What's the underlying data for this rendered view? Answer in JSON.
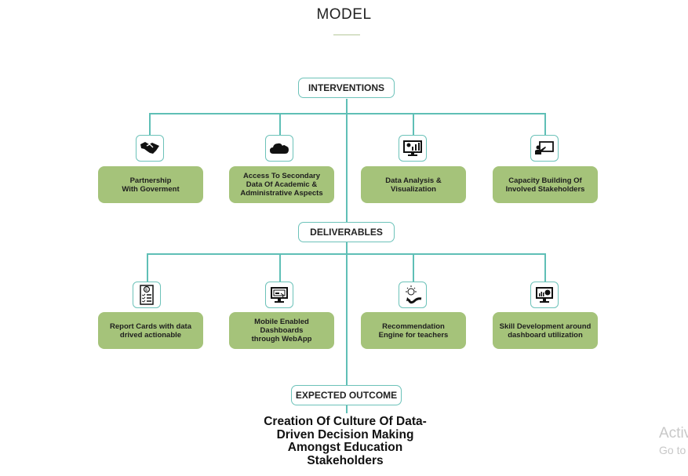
{
  "header": {
    "title": "MODEL"
  },
  "diagram": {
    "interventions": {
      "label": "INTERVENTIONS",
      "items": [
        {
          "label": "Partnership\nWith Goverment",
          "icon": "handshake-icon"
        },
        {
          "label": "Access To Secondary\nData Of Academic &\nAdministrative Aspects",
          "icon": "cloud-icon"
        },
        {
          "label": "Data Analysis &\nVisualization",
          "icon": "monitor-chart-icon"
        },
        {
          "label": "Capacity Building Of\nInvolved Stakeholders",
          "icon": "presentation-board-icon"
        }
      ]
    },
    "deliverables": {
      "label": "DELIVERABLES",
      "items": [
        {
          "label": "Report Cards with data\ndrived actionable",
          "icon": "report-card-icon"
        },
        {
          "label": "Mobile Enabled Dashboards\nthrough WebApp",
          "icon": "web-dashboard-icon"
        },
        {
          "label": "Recommendation\nEngine for teachers",
          "icon": "lightbulb-icon"
        },
        {
          "label": "Skill Development around\ndashboard utilization",
          "icon": "dashboard-analytics-icon"
        }
      ]
    },
    "expected_outcome": {
      "label": "EXPECTED OUTCOME",
      "text": "Creation Of Culture Of Data-\nDriven Decision Making\nAmongst Education\nStakeholders"
    }
  },
  "watermark": {
    "line1": "Activ",
    "line2": "Go to"
  }
}
